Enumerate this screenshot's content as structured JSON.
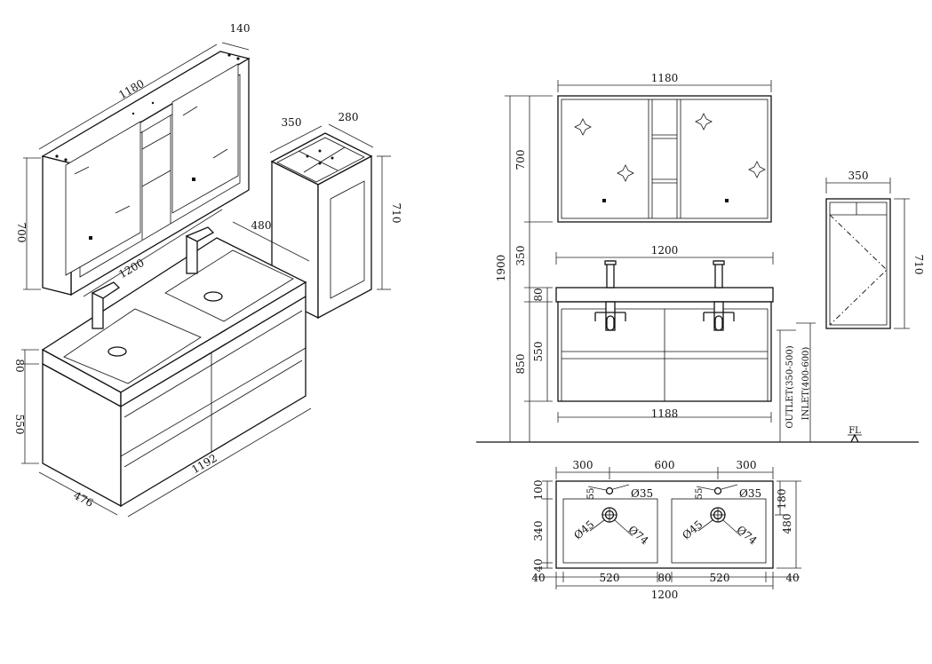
{
  "iso_dims": {
    "cabinet_depth": "140",
    "cabinet_width": "1180",
    "cabinet_height": "700",
    "side_width": "350",
    "side_depth": "280",
    "side_height": "710",
    "basin_depth": "480",
    "basin_width": "1200",
    "top_thickness": "80",
    "body_height": "550",
    "body_width": "1192",
    "body_depth": "476"
  },
  "front_dims": {
    "cabinet_width": "1180",
    "cabinet_height": "700",
    "gap": "350",
    "total_height": "1900",
    "basin_width": "1200",
    "top_thickness": "80",
    "body_height": "550",
    "floor_to_top": "850",
    "body_width": "1188",
    "outlet": "OUTLET(350-500)",
    "inlet": "INLET(400-600)",
    "floor_mark": "FL"
  },
  "side_dims": {
    "width": "350",
    "height": "710"
  },
  "plan_dims": {
    "left_spacing": "300",
    "center_spacing": "600",
    "right_spacing": "300",
    "tap_offset_left": "55",
    "tap_offset_right": "55",
    "tap_hole_left": "Ø35",
    "tap_hole_right": "Ø35",
    "drain_inner_left": "Ø45",
    "drain_outer_left": "Ø74",
    "drain_inner_right": "Ø45",
    "drain_outer_right": "Ø74",
    "top_margin": "100",
    "bowl_depth": "340",
    "bottom_margin": "40",
    "rim_right": "180",
    "total_depth": "480",
    "edge_left": "40",
    "bowl_left": "520",
    "divider": "80",
    "bowl_right": "520",
    "edge_right": "40",
    "total_width": "1200"
  }
}
